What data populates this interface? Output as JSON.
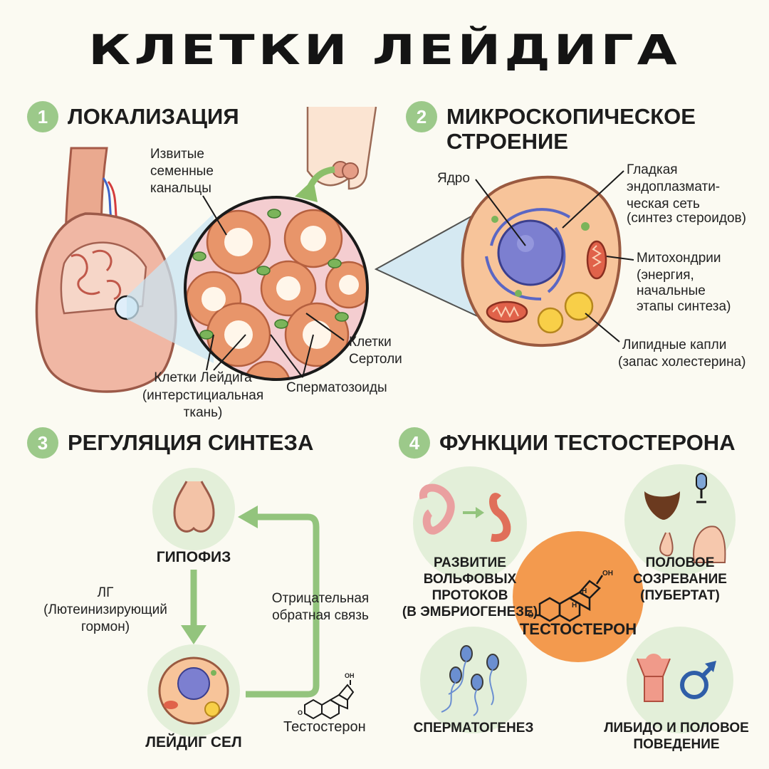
{
  "title": "КЛЕТКИ ЛЕЙДИГА",
  "colors": {
    "accent_green": "#9cc98a",
    "arrow_green": "#93c47d",
    "tissue_pink": "#f2c6b8",
    "testosterone_orange": "#f39a4e",
    "nucleus_purple": "#7c7fd0"
  },
  "sections": {
    "s1": {
      "number": "1",
      "title": "ЛОКАЛИЗАЦИЯ"
    },
    "s2": {
      "number": "2",
      "title_line1": "МИКРОСКОПИЧЕСКОЕ",
      "title_line2": "СТРОЕНИЕ"
    },
    "s3": {
      "number": "3",
      "title": "РЕГУЛЯЦИЯ СИНТЕЗА"
    },
    "s4": {
      "number": "4",
      "title": "ФУНКЦИИ ТЕСТОСТЕРОНА"
    }
  },
  "localization": {
    "tubules": [
      "Извитые",
      "семенные",
      "канальцы"
    ],
    "sertoli": [
      "Клетки",
      "Сертоли"
    ],
    "leydig": [
      "Клетки Лейдига",
      "(интерстициальная",
      "ткань)"
    ],
    "sperm": "Сперматозоиды"
  },
  "structure": {
    "nucleus": "Ядро",
    "ser": [
      "Гладкая",
      "эндоплазмати-",
      "ческая сеть",
      "(синтез стероидов)"
    ],
    "mito": [
      "Митохондрии",
      "(энергия,",
      "начальные",
      "этапы синтеза)"
    ],
    "lipid": [
      "Липидные капли",
      "(запас холестерина)"
    ]
  },
  "regulation": {
    "pituitary": "ГИПОФИЗ",
    "lh": [
      "ЛГ",
      "(Лютеинизирующий",
      "гормон)"
    ],
    "feedback": [
      "Отрицательная",
      "обратная связь"
    ],
    "cell": "ЛЕЙДИГ СЕЛ",
    "hormone": "Тестостерон",
    "oh": "OH",
    "o": "O"
  },
  "functions": {
    "center": "ТЕСТОСТЕРОН",
    "oh": "OH",
    "h": "H",
    "o": "O",
    "wolff": [
      "РАЗВИТИЕ",
      "ВОЛЬФОВЫХ",
      "ПРОТОКОВ",
      "(В ЭМБРИОГЕНЕЗЕ)"
    ],
    "puberty": [
      "ПОЛОВОЕ",
      "СОЗРЕВАНИЕ",
      "(ПУБЕРТАТ)"
    ],
    "spermatogenesis": "СПЕРМАТОГЕНЕЗ",
    "libido": [
      "ЛИБИДО И ПОЛОВОЕ",
      "ПОВЕДЕНИЕ"
    ]
  }
}
